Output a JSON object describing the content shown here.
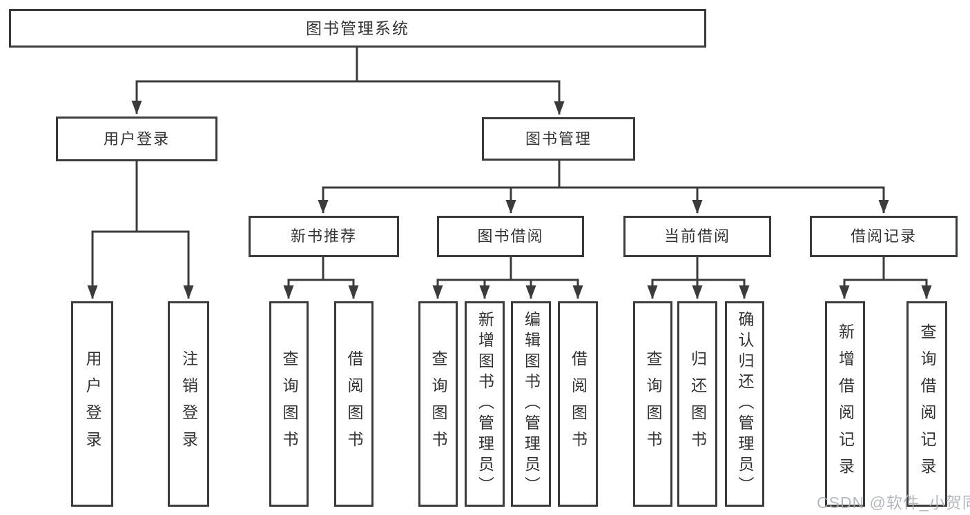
{
  "diagram": {
    "root": {
      "label": "图书管理系统",
      "children": [
        {
          "label": "用户登录",
          "children": [
            {
              "label": "用户登录"
            },
            {
              "label": "注销登录"
            }
          ]
        },
        {
          "label": "图书管理",
          "children": [
            {
              "label": "新书推荐",
              "children": [
                {
                  "label": "查询图书"
                },
                {
                  "label": "借阅图书"
                }
              ]
            },
            {
              "label": "图书借阅",
              "children": [
                {
                  "label": "查询图书"
                },
                {
                  "label": "新增图书（管理员）"
                },
                {
                  "label": "编辑图书（管理员）"
                },
                {
                  "label": "借阅图书"
                }
              ]
            },
            {
              "label": "当前借阅",
              "children": [
                {
                  "label": "查询图书"
                },
                {
                  "label": "归还图书"
                },
                {
                  "label": "确认归还（管理员）"
                }
              ]
            },
            {
              "label": "借阅记录",
              "children": [
                {
                  "label": "新增借阅记录"
                },
                {
                  "label": "查询借阅记录"
                }
              ]
            }
          ]
        }
      ]
    }
  },
  "watermark": {
    "text": "CSDN @软件_小贺同学"
  },
  "colors": {
    "line": "#3b3b3b",
    "text": "#333333",
    "box_background": "#ffffff",
    "page_background": "#ffffff",
    "watermark": "#a9adb3"
  }
}
